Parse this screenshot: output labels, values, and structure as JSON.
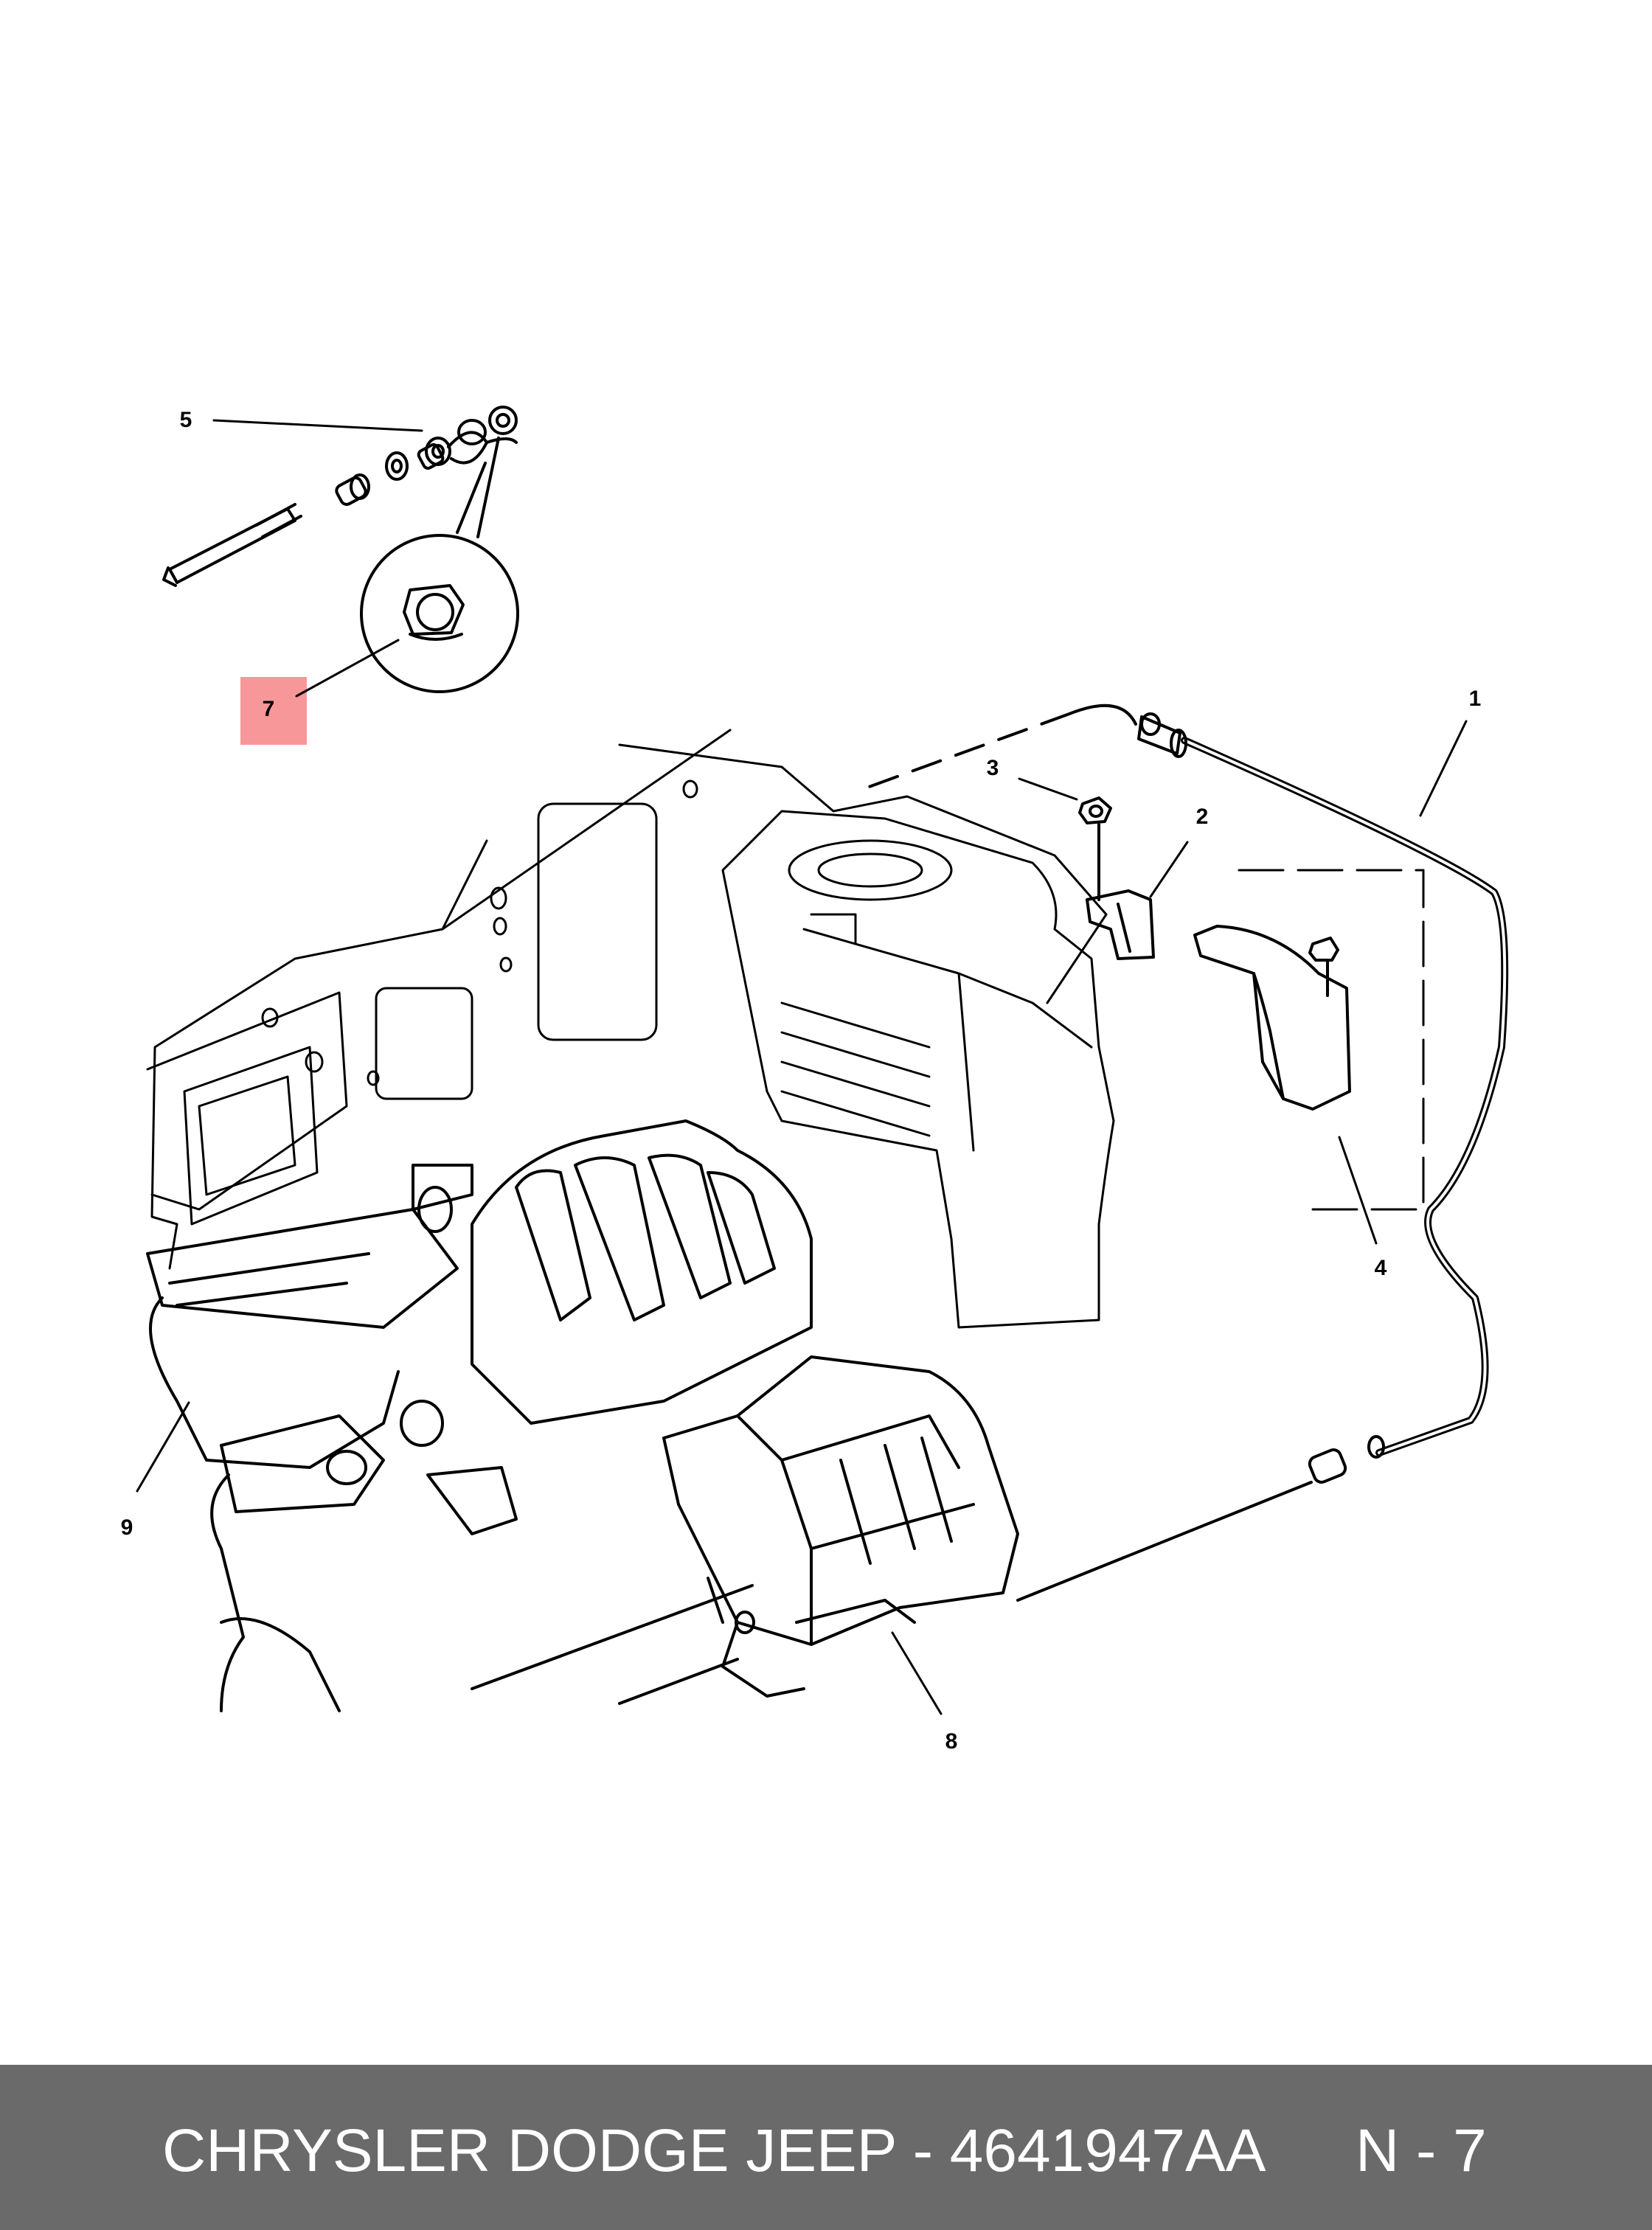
{
  "callouts": {
    "c1": "1",
    "c2": "2",
    "c3": "3",
    "c4": "4",
    "c5": "5",
    "c7": "7",
    "c8": "8",
    "c9": "9"
  },
  "highlight": {
    "color": "#f7979a",
    "target": "7"
  },
  "footer": {
    "title": "CHRYSLER DODGE JEEP - 4641947AA",
    "code": "N - 7",
    "background": "#6a6a6a"
  }
}
